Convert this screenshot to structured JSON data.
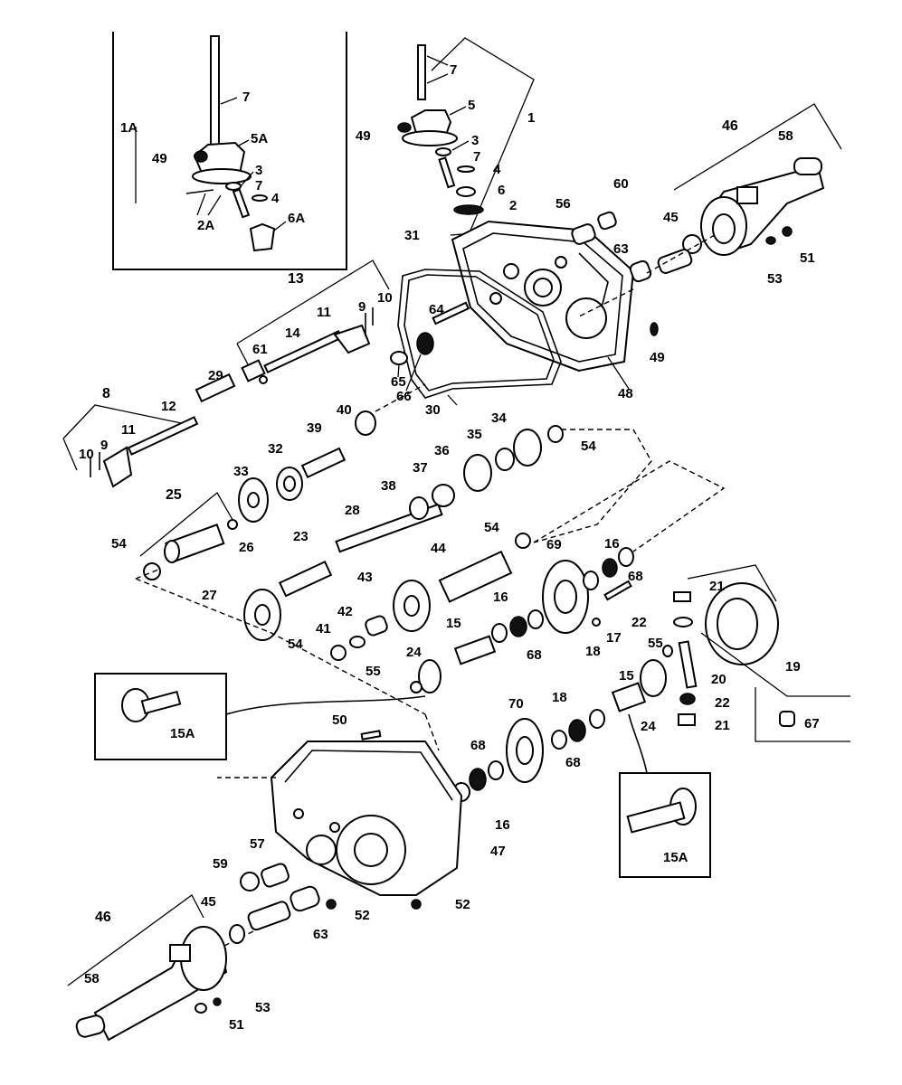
{
  "diagram": {
    "callouts": {
      "c1A": "1A",
      "c7a": "7",
      "c49a": "49",
      "c5A": "5A",
      "c3a": "3",
      "c7b": "7",
      "c4a": "4",
      "c2A": "2A",
      "c6A": "6A",
      "c7c": "7",
      "c5": "5",
      "c1": "1",
      "c49b": "49",
      "c3b": "3",
      "c7d": "7",
      "c4b": "4",
      "c6": "6",
      "c2": "2",
      "c31": "31",
      "c46a": "46",
      "c58a": "58",
      "c60": "60",
      "c56": "56",
      "c45a": "45",
      "c63a": "63",
      "c51a": "51",
      "c53a": "53",
      "c49c": "49",
      "c48": "48",
      "c13": "13",
      "c10a": "10",
      "c9a": "9",
      "c11a": "11",
      "c64": "64",
      "c14": "14",
      "c61": "61",
      "c29": "29",
      "c65": "65",
      "c66": "66",
      "c30": "30",
      "c8": "8",
      "c12": "12",
      "c11b": "11",
      "c9b": "9",
      "c10b": "10",
      "c39": "39",
      "c40": "40",
      "c32": "32",
      "c33": "33",
      "c34": "34",
      "c35": "35",
      "c36": "36",
      "c37": "37",
      "c38": "38",
      "c54a": "54",
      "c25": "25",
      "c26": "26",
      "c54b": "54",
      "c28": "28",
      "c23": "23",
      "c27": "27",
      "c43": "43",
      "c42": "42",
      "c41": "41",
      "c54c": "54",
      "c54d": "54",
      "c44": "44",
      "c69": "69",
      "c16a": "16",
      "c68a": "68",
      "c16b": "16",
      "c68b": "68",
      "c15a": "15",
      "c24a": "24",
      "c55a": "55",
      "c18a": "18",
      "c17": "17",
      "c21a": "21",
      "c22a": "22",
      "c19": "19",
      "c55b": "55",
      "c20": "20",
      "c22b": "22",
      "c21b": "21",
      "c24b": "24",
      "c15b": "15",
      "c18b": "18",
      "c70": "70",
      "c68c": "68",
      "c68d": "68",
      "c16c": "16",
      "c67": "67",
      "c15A1": "15A",
      "c15A2": "15A",
      "c50": "50",
      "c47": "47",
      "c57": "57",
      "c59": "59",
      "c52a": "52",
      "c52b": "52",
      "c63b": "63",
      "c45b": "45",
      "c46b": "46",
      "c58b": "58",
      "c53b": "53",
      "c51b": "51"
    }
  }
}
